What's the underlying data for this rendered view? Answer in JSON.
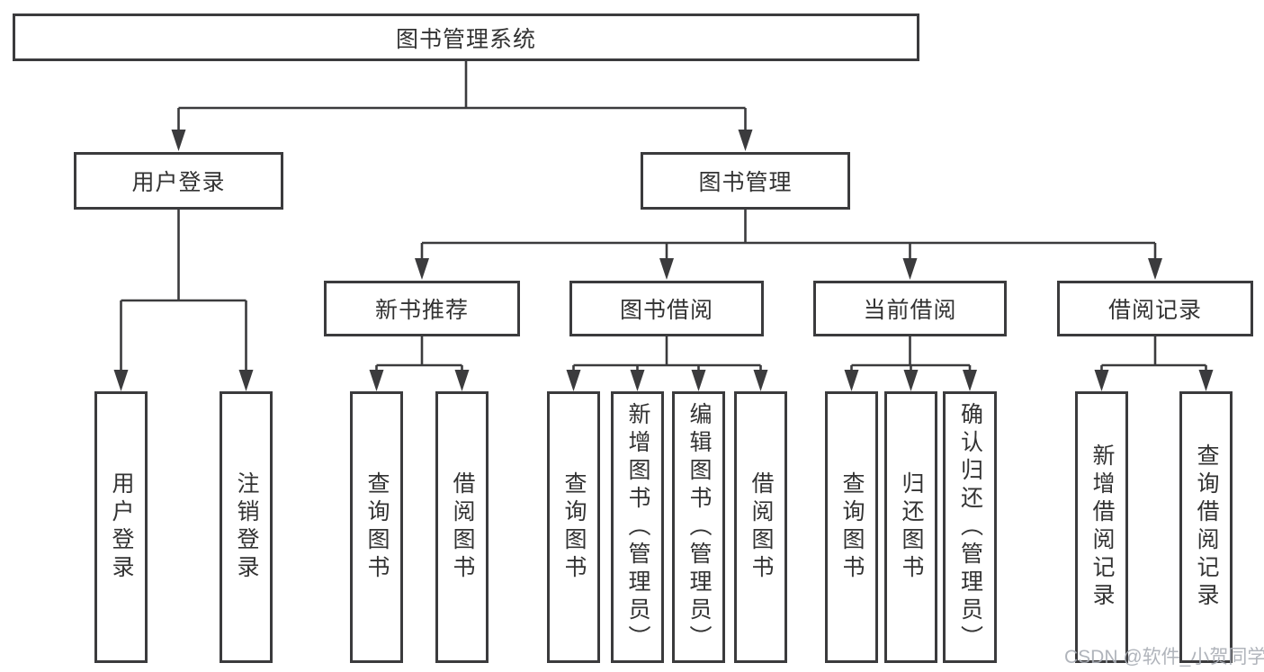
{
  "tree": {
    "root": "图书管理系统",
    "level2": [
      {
        "label": "用户登录",
        "children": [
          {
            "label": "用户登录"
          },
          {
            "label": "注销登录"
          }
        ]
      },
      {
        "label": "图书管理",
        "children": [
          {
            "label": "新书推荐",
            "children": [
              {
                "label": "查询图书"
              },
              {
                "label": "借阅图书"
              }
            ]
          },
          {
            "label": "图书借阅",
            "children": [
              {
                "label": "查询图书"
              },
              {
                "label": "新增图书（管理员）"
              },
              {
                "label": "编辑图书（管理员）"
              },
              {
                "label": "借阅图书"
              }
            ]
          },
          {
            "label": "当前借阅",
            "children": [
              {
                "label": "查询图书"
              },
              {
                "label": "归还图书"
              },
              {
                "label": "确认归还（管理员）"
              }
            ]
          },
          {
            "label": "借阅记录",
            "children": [
              {
                "label": "新增借阅记录"
              },
              {
                "label": "查询借阅记录"
              }
            ]
          }
        ]
      }
    ]
  },
  "watermark": "CSDN @软件_小贺同学",
  "colors": {
    "line": "#3b3b3d",
    "text": "#333333",
    "background": "#ffffff",
    "watermark": "#a9aeb5"
  }
}
